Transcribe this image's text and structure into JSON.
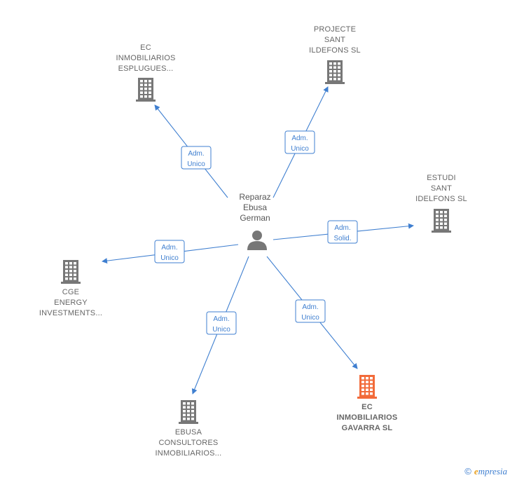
{
  "center": {
    "lines": [
      "Reparaz",
      "Ebusa",
      "German"
    ],
    "icon": "person-icon"
  },
  "companies": [
    {
      "id": "ec-esplugues",
      "lines": [
        "EC",
        "INMOBILIARIOS",
        "ESPLUGUES..."
      ],
      "icon": "building-icon",
      "color": "#777777"
    },
    {
      "id": "projecte-sant-ildefons",
      "lines": [
        "PROJECTE",
        "SANT",
        "ILDEFONS  SL"
      ],
      "icon": "building-icon",
      "color": "#777777"
    },
    {
      "id": "estudi-sant-idelfons",
      "lines": [
        "ESTUDI",
        "SANT",
        "IDELFONS  SL"
      ],
      "icon": "building-icon",
      "color": "#777777"
    },
    {
      "id": "cge-energy",
      "lines": [
        "CGE",
        "ENERGY",
        "INVESTMENTS..."
      ],
      "icon": "building-icon",
      "color": "#777777"
    },
    {
      "id": "ebusa-consultores",
      "lines": [
        "EBUSA",
        "CONSULTORES",
        "INMOBILIARIOS..."
      ],
      "icon": "building-icon",
      "color": "#777777"
    },
    {
      "id": "ec-gavarra",
      "lines": [
        "EC",
        "INMOBILIARIOS",
        "GAVARRA  SL"
      ],
      "icon": "building-icon",
      "color": "#f26b3a",
      "highlight": true
    }
  ],
  "edges": [
    {
      "to": "ec-esplugues",
      "label": [
        "Adm.",
        "Unico"
      ]
    },
    {
      "to": "projecte-sant-ildefons",
      "label": [
        "Adm.",
        "Unico"
      ]
    },
    {
      "to": "estudi-sant-idelfons",
      "label": [
        "Adm.",
        "Solid."
      ]
    },
    {
      "to": "cge-energy",
      "label": [
        "Adm.",
        "Unico"
      ]
    },
    {
      "to": "ebusa-consultores",
      "label": [
        "Adm.",
        "Unico"
      ]
    },
    {
      "to": "ec-gavarra",
      "label": [
        "Adm.",
        "Unico"
      ]
    }
  ],
  "colors": {
    "edge": "#3f7fd0",
    "node": "#777777",
    "highlight": "#f26b3a"
  },
  "brand": {
    "copyright": "©",
    "initial": "e",
    "rest": "mpresia"
  }
}
